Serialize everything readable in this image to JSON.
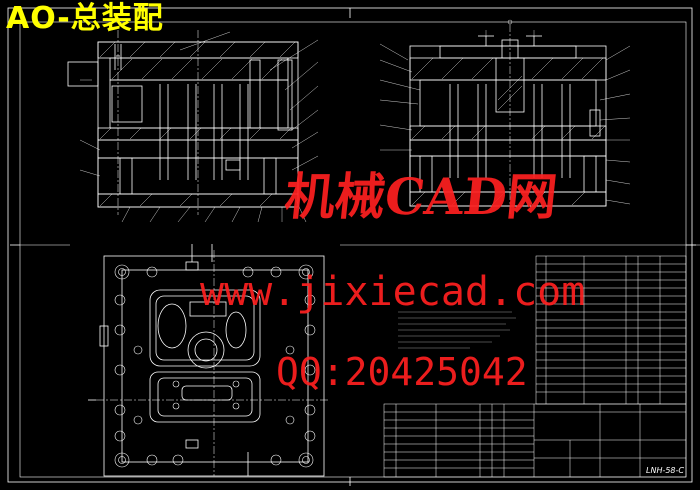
{
  "header": {
    "title": "AO-总装配"
  },
  "watermark": {
    "site_cn": "机械CAD网",
    "url": "www.jixiecad.com",
    "qq": "QQ:20425042"
  },
  "title_block": {
    "drawing_number": "LNH-58-C"
  },
  "colors": {
    "background": "#000000",
    "line": "#ffffff",
    "title": "#ffff00",
    "watermark": "#ff2020"
  }
}
